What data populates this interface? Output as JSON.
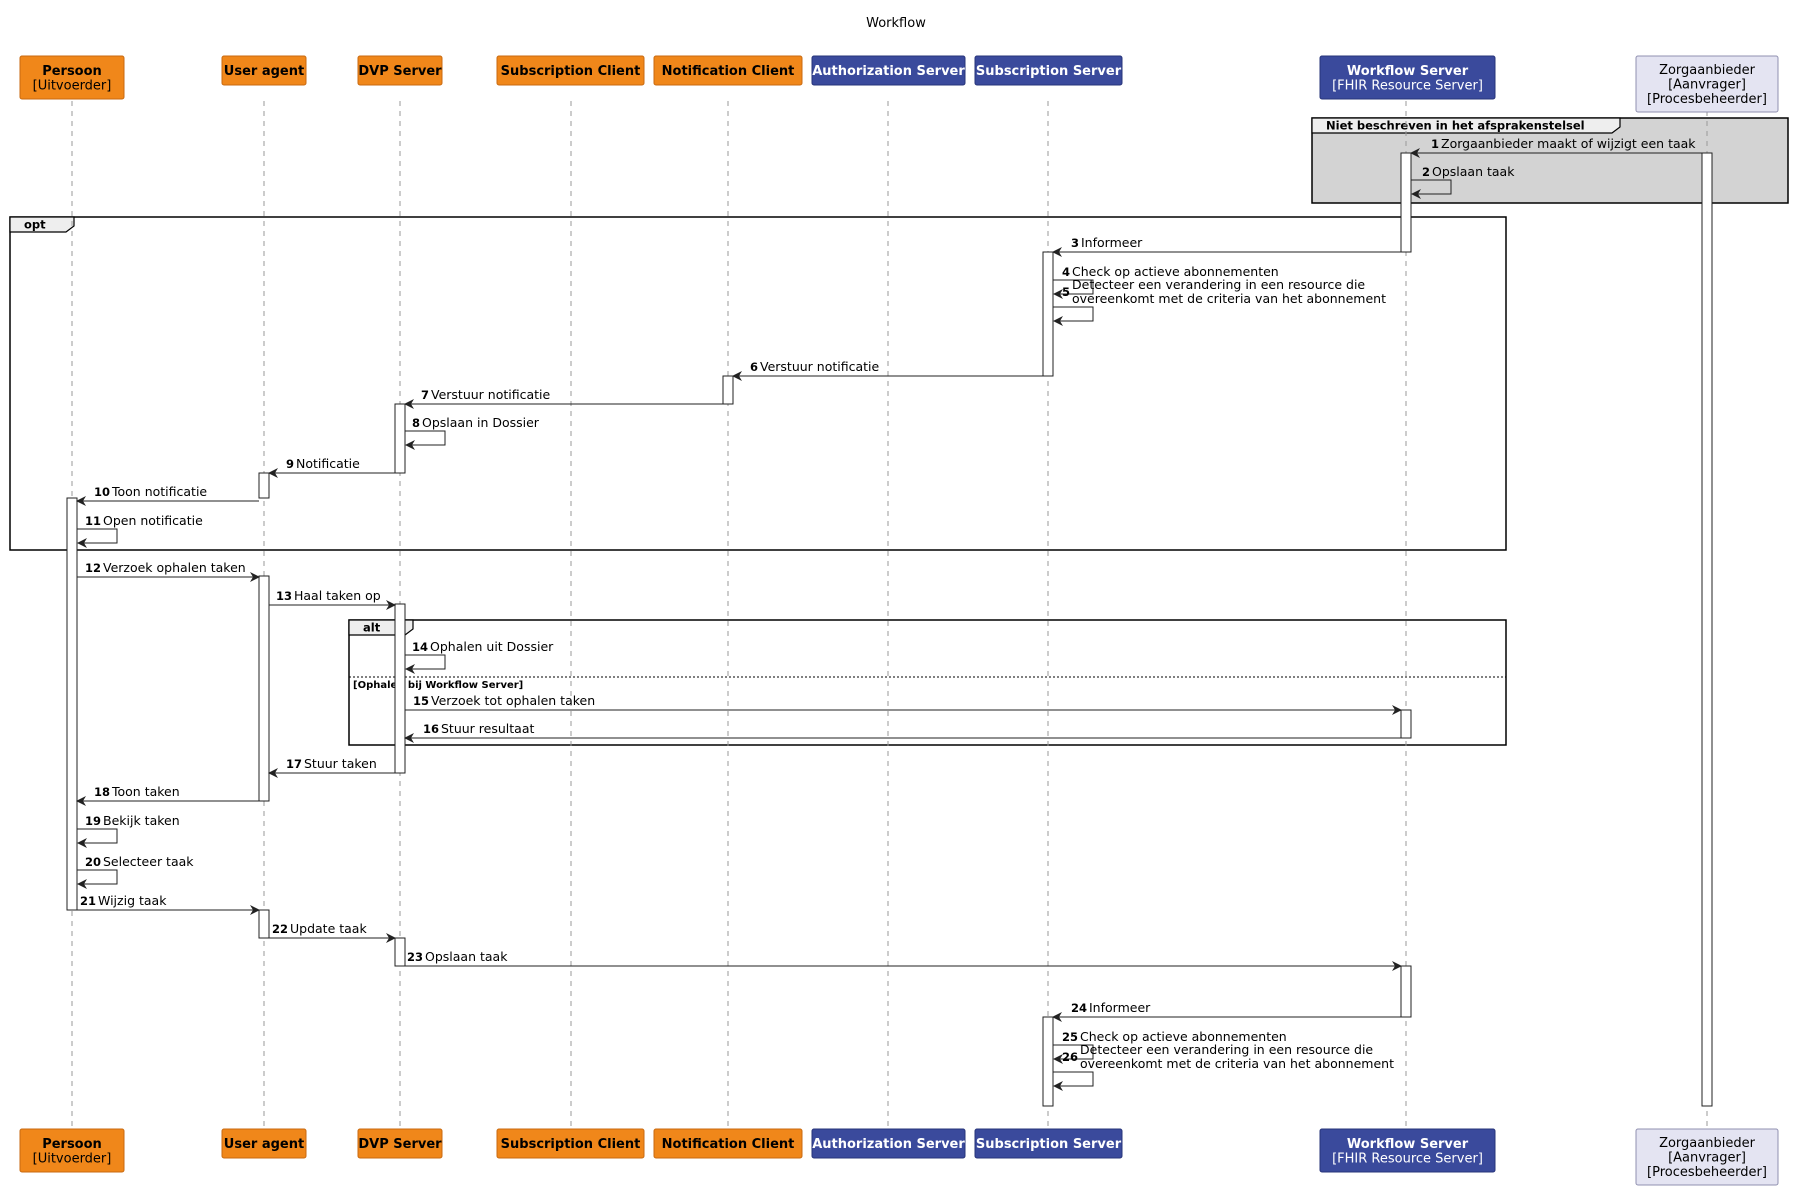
{
  "title": "Workflow",
  "colors": {
    "orange_fill": "#F0871A",
    "orange_border": "#C86A10",
    "blue_fill": "#3A4A9C",
    "blue_border": "#27347A",
    "lavender_fill": "#E4E4F2",
    "lavender_border": "#9090B0",
    "group_fill": "#D3D3D3"
  },
  "participants": [
    {
      "id": "persoon",
      "lines": [
        "Persoon",
        "[Uitvoerder]"
      ],
      "style": "orange"
    },
    {
      "id": "useragent",
      "lines": [
        "User agent"
      ],
      "style": "orange"
    },
    {
      "id": "dvp",
      "lines": [
        "DVP Server"
      ],
      "style": "orange"
    },
    {
      "id": "subclient",
      "lines": [
        "Subscription Client"
      ],
      "style": "orange"
    },
    {
      "id": "notclient",
      "lines": [
        "Notification Client"
      ],
      "style": "orange"
    },
    {
      "id": "authserver",
      "lines": [
        "Authorization Server"
      ],
      "style": "blue"
    },
    {
      "id": "subserver",
      "lines": [
        "Subscription Server"
      ],
      "style": "blue"
    },
    {
      "id": "workflow",
      "lines": [
        "Workflow Server",
        "[FHIR Resource Server]"
      ],
      "style": "blue"
    },
    {
      "id": "zorg",
      "lines": [
        "Zorgaanbieder",
        "[Aanvrager]",
        "[Procesbeheerder]"
      ],
      "style": "lavender"
    }
  ],
  "groups": [
    {
      "kind": "group",
      "label": "Niet beschreven in het afsprakenstelsel"
    },
    {
      "kind": "opt",
      "label": "opt"
    },
    {
      "kind": "alt",
      "label": "alt",
      "else_label": "[Ophalen bij Workflow Server]"
    }
  ],
  "messages": [
    {
      "num": "1",
      "lines": [
        "Zorgaanbieder maakt of wijzigt een taak"
      ]
    },
    {
      "num": "2",
      "lines": [
        "Opslaan taak"
      ]
    },
    {
      "num": "3",
      "lines": [
        "Informeer"
      ]
    },
    {
      "num": "4",
      "lines": [
        "Check op actieve abonnementen"
      ]
    },
    {
      "num": "5",
      "lines": [
        "Detecteer een verandering in een resource die",
        "overeenkomt met de criteria van het abonnement"
      ]
    },
    {
      "num": "6",
      "lines": [
        "Verstuur notificatie"
      ]
    },
    {
      "num": "7",
      "lines": [
        "Verstuur notificatie"
      ]
    },
    {
      "num": "8",
      "lines": [
        "Opslaan in Dossier"
      ]
    },
    {
      "num": "9",
      "lines": [
        "Notificatie"
      ]
    },
    {
      "num": "10",
      "lines": [
        "Toon notificatie"
      ]
    },
    {
      "num": "11",
      "lines": [
        "Open notificatie"
      ]
    },
    {
      "num": "12",
      "lines": [
        "Verzoek ophalen taken"
      ]
    },
    {
      "num": "13",
      "lines": [
        "Haal taken op"
      ]
    },
    {
      "num": "14",
      "lines": [
        "Ophalen uit Dossier"
      ]
    },
    {
      "num": "15",
      "lines": [
        "Verzoek tot ophalen taken"
      ]
    },
    {
      "num": "16",
      "lines": [
        "Stuur resultaat"
      ]
    },
    {
      "num": "17",
      "lines": [
        "Stuur taken"
      ]
    },
    {
      "num": "18",
      "lines": [
        "Toon taken"
      ]
    },
    {
      "num": "19",
      "lines": [
        "Bekijk taken"
      ]
    },
    {
      "num": "20",
      "lines": [
        "Selecteer taak"
      ]
    },
    {
      "num": "21",
      "lines": [
        "Wijzig taak"
      ]
    },
    {
      "num": "22",
      "lines": [
        "Update taak"
      ]
    },
    {
      "num": "23",
      "lines": [
        "Opslaan taak"
      ]
    },
    {
      "num": "24",
      "lines": [
        "Informeer"
      ]
    },
    {
      "num": "25",
      "lines": [
        "Check op actieve abonnementen"
      ]
    },
    {
      "num": "26",
      "lines": [
        "Detecteer een verandering in een resource die",
        "overeenkomt met de criteria van het abonnement"
      ]
    }
  ]
}
